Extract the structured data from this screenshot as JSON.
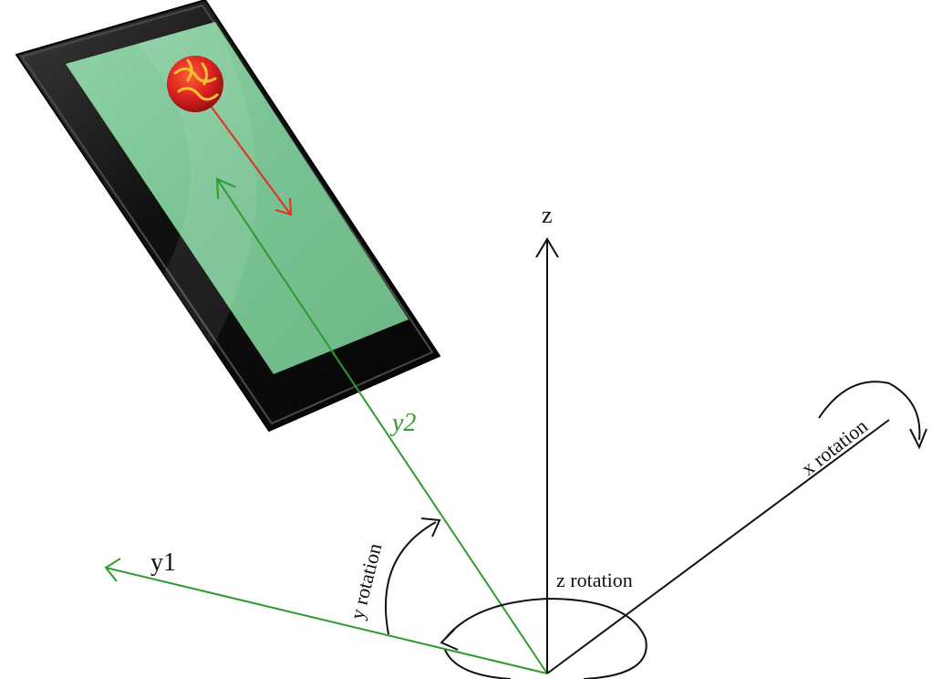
{
  "labels": {
    "z_axis": "z",
    "y1_axis": "y1",
    "y2_axis": "y2",
    "x_rotation": "x rotation",
    "y_rotation": "y rotation",
    "z_rotation": "z rotation"
  },
  "colors": {
    "axis": "#111111",
    "y_axis": "#2e9b2e",
    "motion_arrow": "#e0301e",
    "phone_body": "#141414",
    "phone_screen": "#7fc69a",
    "ball": "#d81f1f",
    "ball_pattern": "#f2c230"
  },
  "icons": {
    "phone": "smartphone-icon",
    "ball": "ball-icon"
  }
}
